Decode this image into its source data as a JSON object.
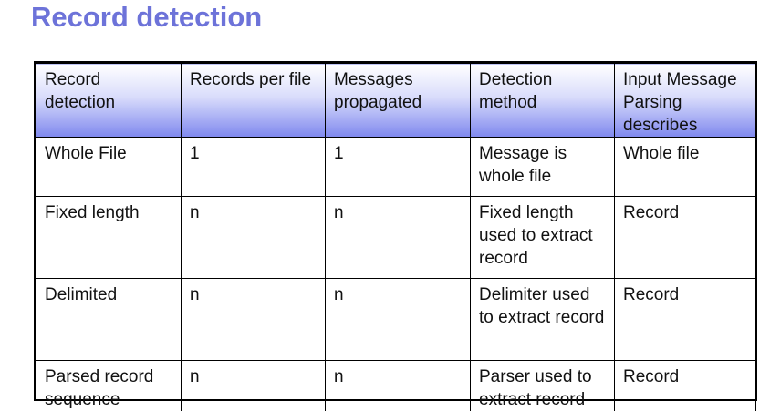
{
  "title": "Record detection",
  "table": {
    "headers": [
      "Record detection",
      "Records per file",
      "Messages propagated",
      "Detection method",
      "Input Message Parsing describes"
    ],
    "rows": [
      [
        "Whole File",
        "1",
        "1",
        "Message is whole file",
        "Whole file"
      ],
      [
        "Fixed length",
        "n",
        "n",
        "Fixed length used to extract record",
        "Record"
      ],
      [
        "Delimited",
        "n",
        "n",
        "Delimiter used to extract record",
        "Record"
      ],
      [
        "Parsed record sequence",
        "n",
        "n",
        "Parser used to extract record",
        "Record"
      ]
    ]
  },
  "colors": {
    "title": "#6d73d9",
    "header_gradient_top": "#ffffff",
    "header_gradient_bottom": "#7f88ee",
    "border": "#000000"
  }
}
